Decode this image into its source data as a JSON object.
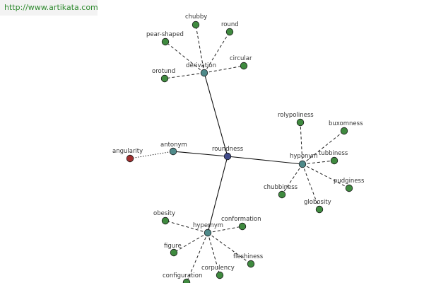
{
  "watermark": "http://www.artikata.com",
  "colors": {
    "center": "#3f4a8a",
    "relation": "#4f8a8a",
    "word": "#3f8a3f",
    "antonym_word": "#a03030",
    "solid_edge": "#111111",
    "dashed_edge": "#222222",
    "node_stroke": "#1a1a1a"
  },
  "center": {
    "id": "roundness",
    "label": "roundness"
  },
  "relations": [
    {
      "id": "derivation",
      "label": "derivation",
      "words": [
        "chubby",
        "round",
        "pear-shaped",
        "circular",
        "orotund"
      ]
    },
    {
      "id": "antonym",
      "label": "antonym",
      "words": [
        "angularity"
      ]
    },
    {
      "id": "hyponym",
      "label": "hyponym",
      "words": [
        "rolypoliness",
        "buxomness",
        "tubbiness",
        "pudginess",
        "chubbiness",
        "globosity"
      ]
    },
    {
      "id": "hypernym",
      "label": "hypernym",
      "words": [
        "obesity",
        "conformation",
        "figure",
        "fleshiness",
        "corpulency",
        "configuration"
      ]
    }
  ]
}
